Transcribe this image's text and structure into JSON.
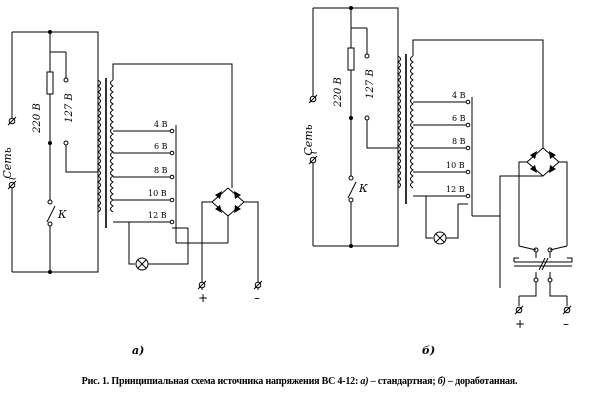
{
  "labels": {
    "mains": "Сеть",
    "tilde": "~",
    "v220": "220 В",
    "v127": "127 В",
    "switch": "К",
    "taps": [
      "4 В",
      "6 В",
      "8 В",
      "10 В",
      "12 В"
    ],
    "plus": "+",
    "minus": "–",
    "sub_a": "а)",
    "sub_b": "б)"
  },
  "caption": {
    "main": "Рис. 1. Принципиальная  схема источника напряжения ВС 4-12: ",
    "a_mark": "а)",
    "a_text": " – стандартная;  ",
    "b_mark": "б)",
    "b_text": " – доработанная."
  }
}
